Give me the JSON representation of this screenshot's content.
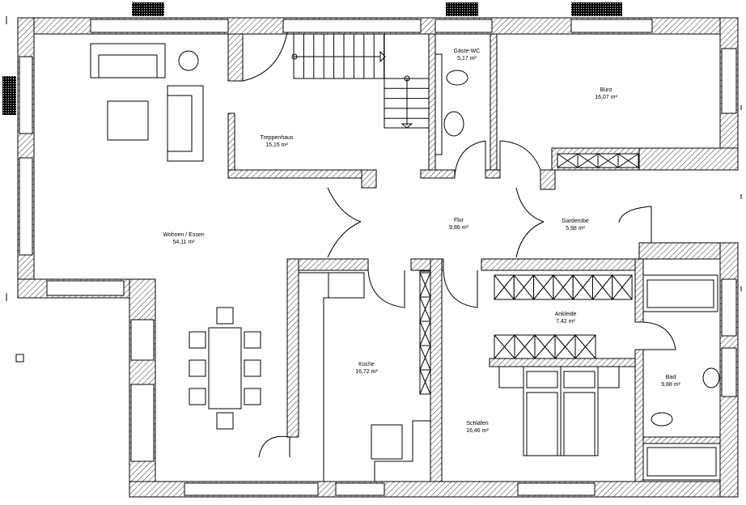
{
  "plan": {
    "rooms": [
      {
        "name": "Wohnen / Essen",
        "area": "54,11 m²"
      },
      {
        "name": "Treppenhaus",
        "area": "15,15 m²"
      },
      {
        "name": "Gäste-WC",
        "area": "5,17 m²"
      },
      {
        "name": "Büro",
        "area": "16,07 m²"
      },
      {
        "name": "Flur",
        "area": "9,86 m²"
      },
      {
        "name": "Garderobe",
        "area": "5,98 m²"
      },
      {
        "name": "Ankleide",
        "area": "7,42 m²"
      },
      {
        "name": "Küche",
        "area": "16,72 m²"
      },
      {
        "name": "Bad",
        "area": "9,88 m²"
      },
      {
        "name": "Schlafen",
        "area": "16,46 m²"
      }
    ]
  }
}
